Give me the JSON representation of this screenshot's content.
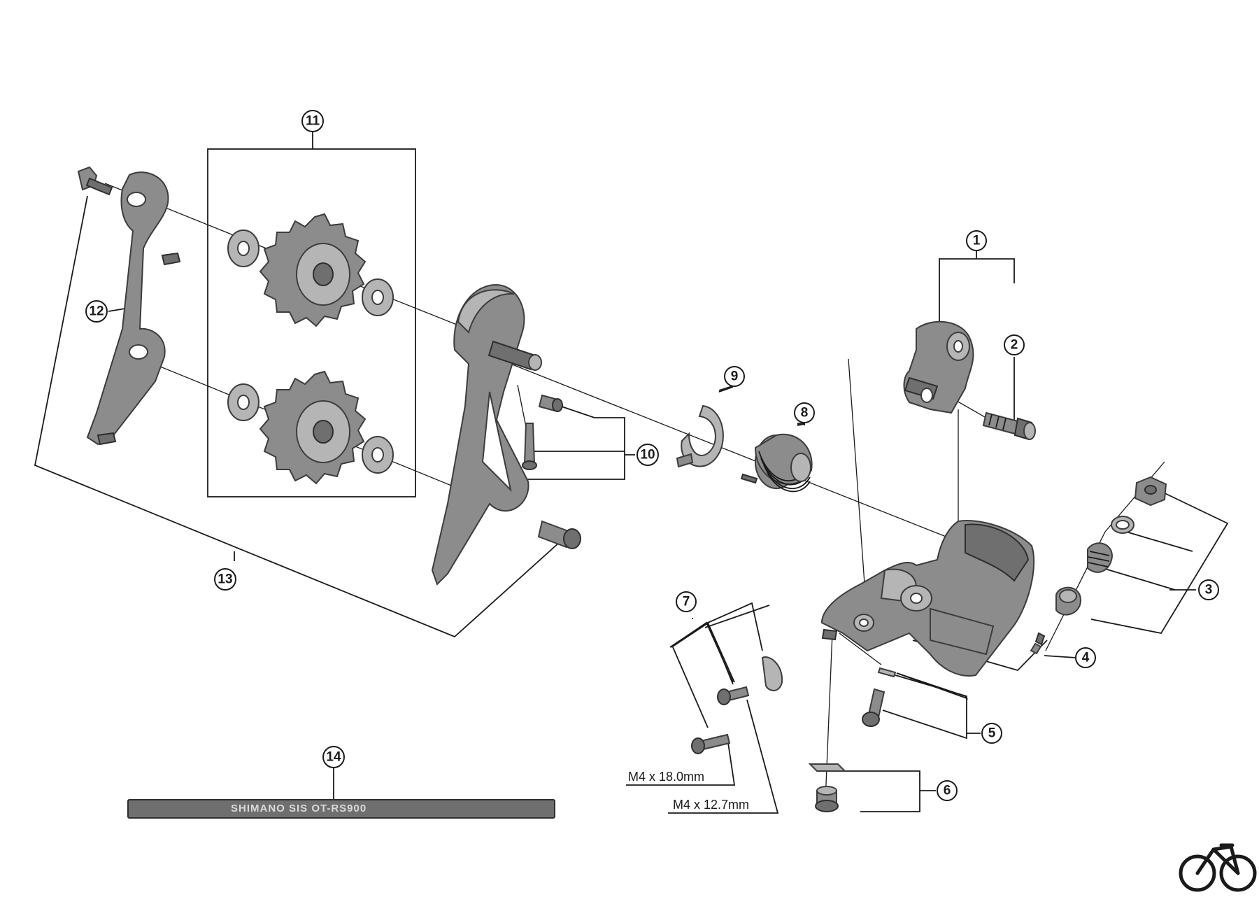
{
  "callouts": {
    "c1": "1",
    "c2": "2",
    "c3": "3",
    "c4": "4",
    "c5": "5",
    "c6": "6",
    "c7": "7",
    "c8": "8",
    "c9": "9",
    "c10": "10",
    "c11": "11",
    "c12": "12",
    "c13": "13",
    "c14": "14"
  },
  "dimensions": {
    "bolt_long": "M4 x 18.0mm",
    "bolt_short": "M4 x 12.7mm"
  },
  "cable_marking": "SHIMANO SIS OT-RS900",
  "icons": {
    "logo": "bicycle-icon"
  }
}
